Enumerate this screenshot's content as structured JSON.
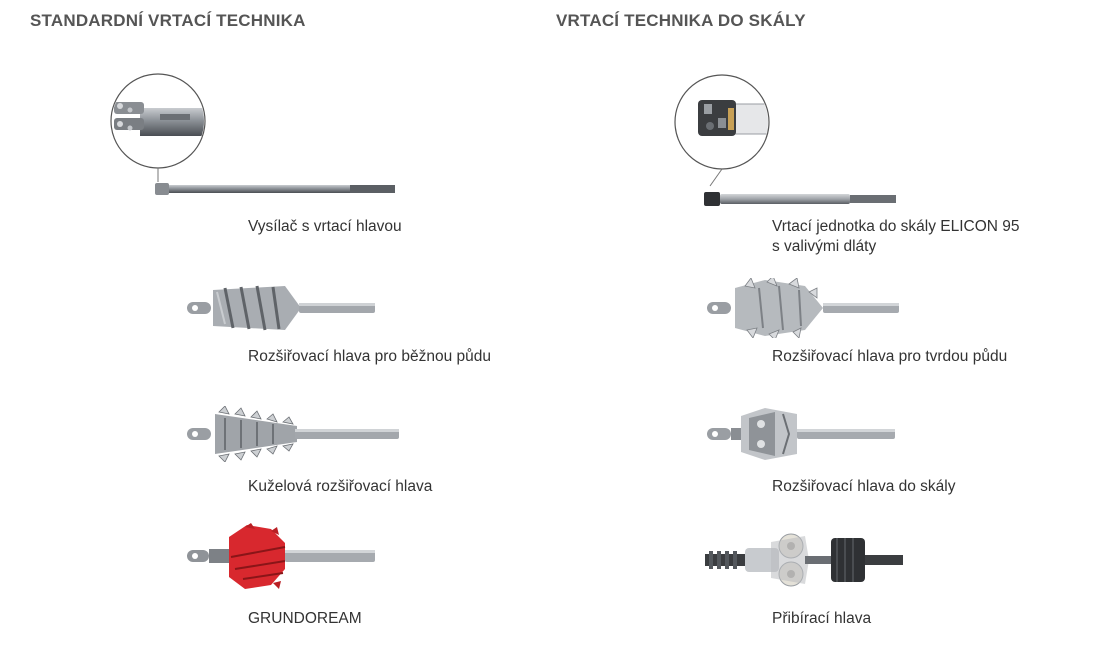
{
  "columns": [
    {
      "heading": "STANDARDNÍ VRTACÍ TECHNIKA",
      "items": [
        {
          "caption": "Vysílač s vrtací hlavou",
          "image": "transmitter-drill-head-illustration"
        },
        {
          "caption": "Rozšiřovací hlava pro běžnou půdu",
          "image": "reamer-normal-soil-illustration"
        },
        {
          "caption": "Kuželová rozšiřovací hlava",
          "image": "cone-reamer-illustration"
        },
        {
          "caption": "GRUNDOREAM",
          "image": "grundoream-illustration"
        }
      ]
    },
    {
      "heading": "VRTACÍ TECHNIKA DO SKÁLY",
      "items": [
        {
          "caption_line1": "Vrtací jednotka do skály ELICON 95",
          "caption_line2": "s valivými dláty",
          "image": "rock-drill-unit-illustration"
        },
        {
          "caption": "Rozšiřovací hlava pro tvrdou půdu",
          "image": "reamer-hard-soil-illustration"
        },
        {
          "caption": "Rozšiřovací hlava do skály",
          "image": "rock-reamer-illustration"
        },
        {
          "caption": "Přibírací hlava",
          "image": "pickup-head-illustration"
        }
      ]
    }
  ],
  "colors": {
    "heading": "#555555",
    "caption": "#333333",
    "steel": "#9a9ea3",
    "red": "#d8282e"
  }
}
